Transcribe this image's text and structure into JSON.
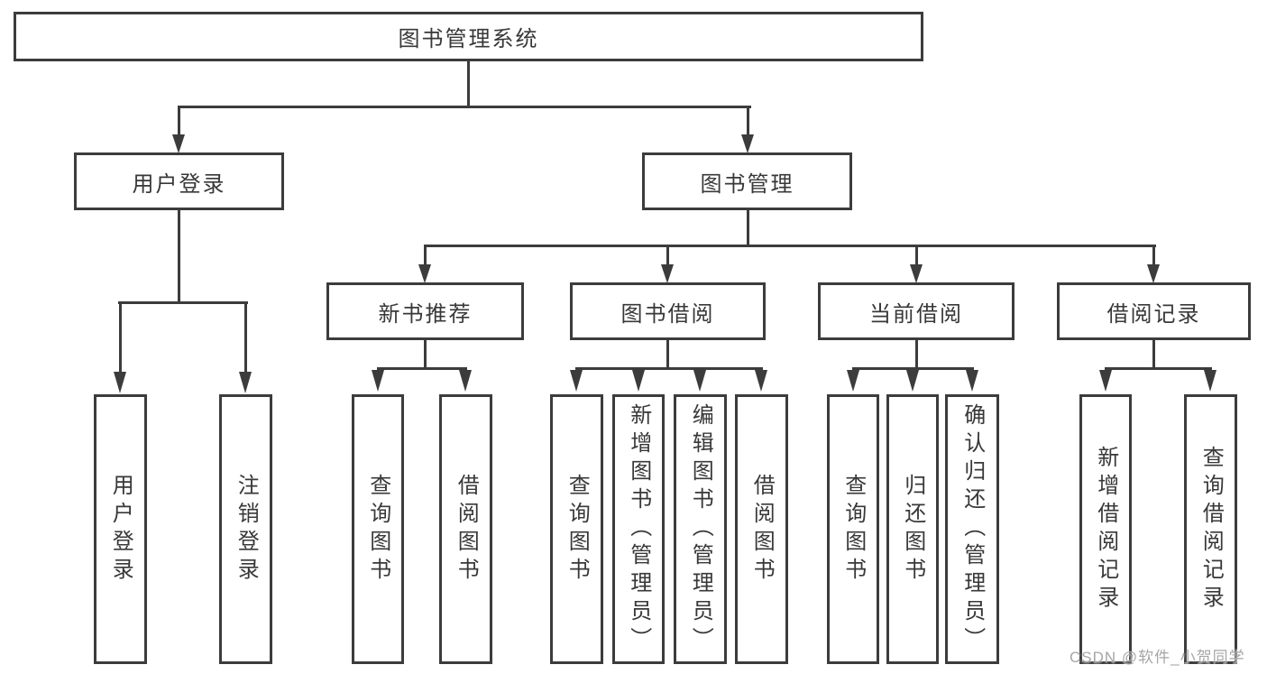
{
  "tree": {
    "root": {
      "label": "图书管理系统",
      "children": [
        {
          "label": "用户登录",
          "children": [
            {
              "label": "用户登录"
            },
            {
              "label": "注销登录"
            }
          ]
        },
        {
          "label": "图书管理",
          "children": [
            {
              "label": "新书推荐",
              "children": [
                {
                  "label": "查询图书"
                },
                {
                  "label": "借阅图书"
                }
              ]
            },
            {
              "label": "图书借阅",
              "children": [
                {
                  "label": "查询图书"
                },
                {
                  "label": "新增图书（管理员）"
                },
                {
                  "label": "编辑图书（管理员）"
                },
                {
                  "label": "借阅图书"
                }
              ]
            },
            {
              "label": "当前借阅",
              "children": [
                {
                  "label": "查询图书"
                },
                {
                  "label": "归还图书"
                },
                {
                  "label": "确认归还（管理员）"
                }
              ]
            },
            {
              "label": "借阅记录",
              "children": [
                {
                  "label": "新增借阅记录"
                },
                {
                  "label": "查询借阅记录"
                }
              ]
            }
          ]
        }
      ]
    }
  },
  "watermark": {
    "text": "CSDN @软件_小贺同学"
  },
  "colors": {
    "line": "#3c3c3c",
    "text": "#383838",
    "background": "#ffffff",
    "watermark": "#a6a6a6"
  }
}
